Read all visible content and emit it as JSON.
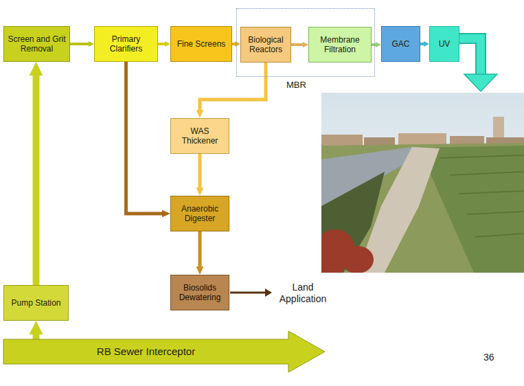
{
  "diagram": {
    "nodes": [
      {
        "text": [
          "Screen and Grit Removal"
        ]
      },
      {
        "text": [
          "Primary Clarifiers"
        ]
      },
      {
        "text": [
          "Fine Screens"
        ]
      },
      {
        "text": [
          "MBR"
        ]
      },
      {
        "text": [
          "Biological Reactors"
        ],
        "in": 3
      },
      {
        "text": [
          "Membrane Filtration"
        ],
        "in": 3
      },
      {
        "text": [
          "GAC"
        ]
      },
      {
        "text": [
          "UV"
        ]
      },
      {
        "text": [
          "WAS Thickener"
        ]
      },
      {
        "text": [
          "Anaerobic Digester"
        ]
      },
      {
        "text": [
          "Biosolids Dewatering"
        ]
      },
      {
        "text": [
          "Pump Station"
        ]
      },
      {
        "text": [
          "RB Sewer Interceptor"
        ]
      }
    ],
    "edges": [
      {
        "from": 0,
        "to": 1,
        "arrow": "to"
      },
      {
        "from": 1,
        "to": 2,
        "arrow": "to"
      },
      {
        "from": 2,
        "to": 4,
        "arrow": "to"
      },
      {
        "from": 4,
        "to": 5,
        "arrow": "to"
      },
      {
        "from": 5,
        "to": 6,
        "arrow": "to"
      },
      {
        "from": 6,
        "to": 7,
        "arrow": "to"
      },
      {
        "from": 4,
        "to": 8,
        "arrow": "to"
      },
      {
        "from": 1,
        "to": 9,
        "arrow": "to"
      },
      {
        "from": 8,
        "to": 9,
        "arrow": "to"
      },
      {
        "from": 9,
        "to": 10,
        "arrow": "to"
      },
      {
        "from": 11,
        "to": 0,
        "arrow": "to"
      },
      {
        "from": 12,
        "to": 11,
        "arrow": "to"
      }
    ],
    "labels": [
      "Land Application",
      "36"
    ]
  }
}
